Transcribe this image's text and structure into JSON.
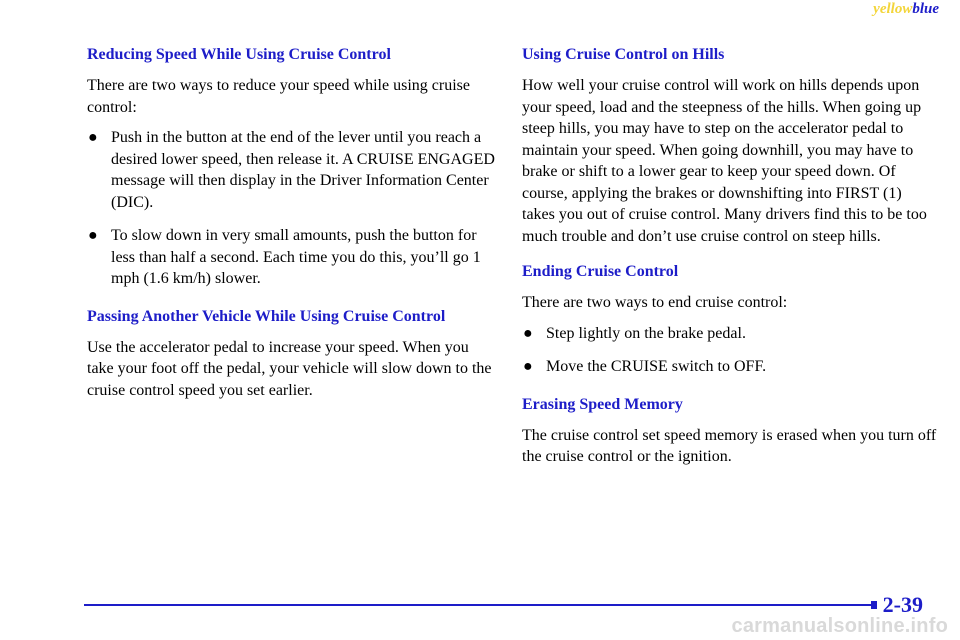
{
  "header": {
    "word1": "yellow",
    "word2": "blue",
    "color1": "#f3d53a",
    "color2": "#1d1dc8"
  },
  "left": {
    "heading1": "Reducing Speed While Using Cruise Control",
    "para1": "There are two ways to reduce your speed while using cruise control:",
    "bullets": [
      "Push in the button at the end of the lever until you reach a desired lower speed, then release it. A CRUISE ENGAGED message will then display in the Driver Information Center (DIC).",
      "To slow down in very small amounts, push the button for less than half a second. Each time you do this, you’ll go 1 mph (1.6 km/h) slower."
    ],
    "heading2": "Passing Another Vehicle While Using Cruise Control",
    "para2": "Use the accelerator pedal to increase your speed. When you take your foot off the pedal, your vehicle will slow down to the cruise control speed you set earlier."
  },
  "right": {
    "heading1": "Using Cruise Control on Hills",
    "para1": "How well your cruise control will work on hills depends upon your speed, load and the steepness of the hills. When going up steep hills, you may have to step on the accelerator pedal to maintain your speed. When going downhill, you may have to brake or shift to a lower gear to keep your speed down. Of course, applying the brakes or downshifting into FIRST (1) takes you out of cruise control. Many drivers find this to be too much trouble and don’t use cruise control on steep hills.",
    "heading2": "Ending Cruise Control",
    "para2": "There are two ways to end cruise control:",
    "bullets": [
      "Step lightly on the brake pedal.",
      "Move the CRUISE switch to OFF."
    ],
    "heading3": "Erasing Speed Memory",
    "para3": "The cruise control set speed memory is erased when you turn off the cruise control or the ignition."
  },
  "footer": {
    "page_number": "2-39",
    "watermark": "carmanualsonline.info",
    "accent_color": "#1d1dc8"
  },
  "icons": {
    "bullet": "bullet-dot-icon"
  }
}
